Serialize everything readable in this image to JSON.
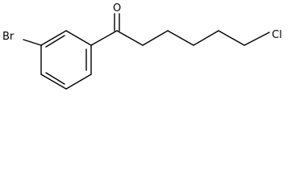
{
  "molecule": {
    "atoms": {
      "oxygen": "O",
      "bromine": "Br",
      "chlorine": "Cl"
    }
  }
}
